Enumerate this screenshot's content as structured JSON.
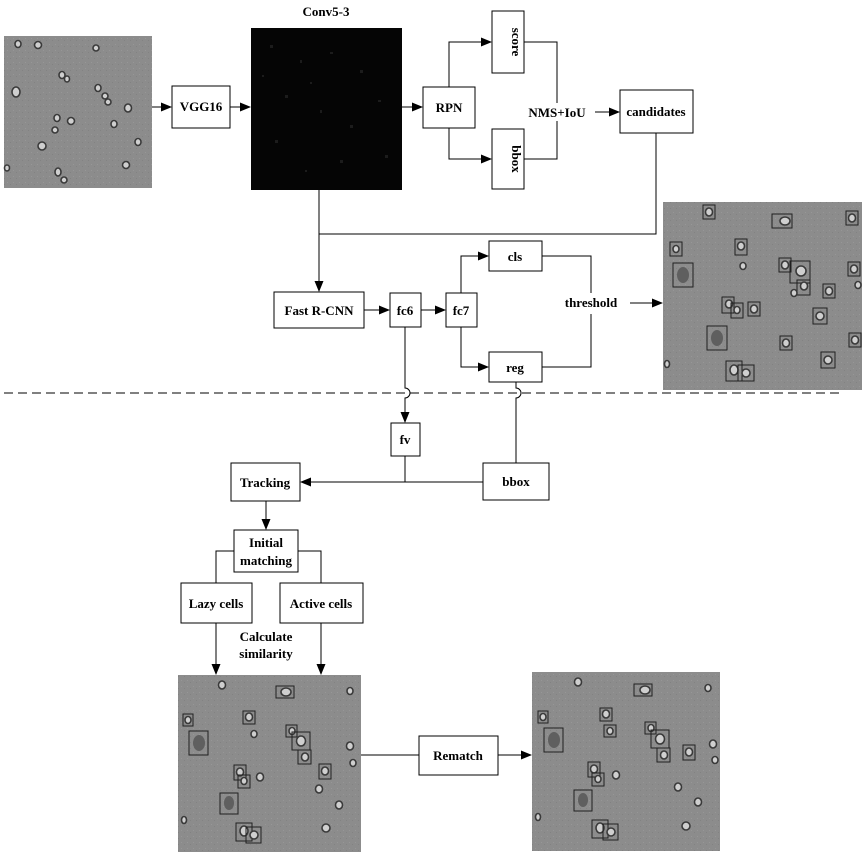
{
  "labels": {
    "conv": "Conv5-3",
    "vgg": "VGG16",
    "rpn": "RPN",
    "score": "score",
    "bbox_top": "bbox",
    "nms": "NMS+IoU",
    "candidates": "candidates",
    "fastrcnn": "Fast R-CNN",
    "fc6": "fc6",
    "fc7": "fc7",
    "cls": "cls",
    "reg": "reg",
    "threshold": "threshold",
    "fv": "fv",
    "bbox_mid": "bbox",
    "tracking": "Tracking",
    "initial_line1": "Initial",
    "initial_line2": "matching",
    "lazy": "Lazy cells",
    "active": "Active cells",
    "calc_line1": "Calculate",
    "calc_line2": "similarity",
    "rematch": "Rematch"
  },
  "colors": {
    "micro_background": "#8c8c8c",
    "feature_map": "#050505",
    "line": "#000000"
  },
  "icons": {
    "arrow_head": "triangle-arrowhead",
    "line_hop": "semicircle-crossing"
  }
}
